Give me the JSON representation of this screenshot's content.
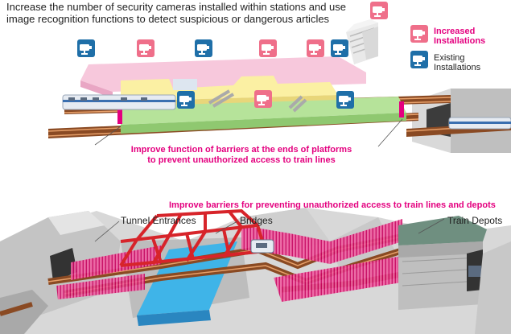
{
  "headline": "Increase the number of security cameras installed within stations and use image recognition functions to detect suspicious or dangerous articles",
  "legend": {
    "increased": "Increased Installations",
    "existing": "Existing Installations"
  },
  "platform_note": {
    "line1": "Improve function of barriers at the ends of platforms",
    "line2": "to prevent unauthorized access to train lines"
  },
  "barrier_note": "Improve barriers for preventing unauthorized access to train lines and depots",
  "places": {
    "tunnel": "Tunnel Entrances",
    "bridges": "Bridges",
    "depots": "Train Depots"
  },
  "colors": {
    "increased_camera": "#ef6f8a",
    "existing_camera": "#1f6fa8",
    "accent_pink": "#e4007f",
    "platform_green": "#b6e39a",
    "concourse_yellow": "#fbf0a3",
    "water_blue": "#3fb4e8",
    "bridge_red": "#d7242a",
    "track_brown": "#b45e2c",
    "ground_gray": "#d8d8d8"
  }
}
